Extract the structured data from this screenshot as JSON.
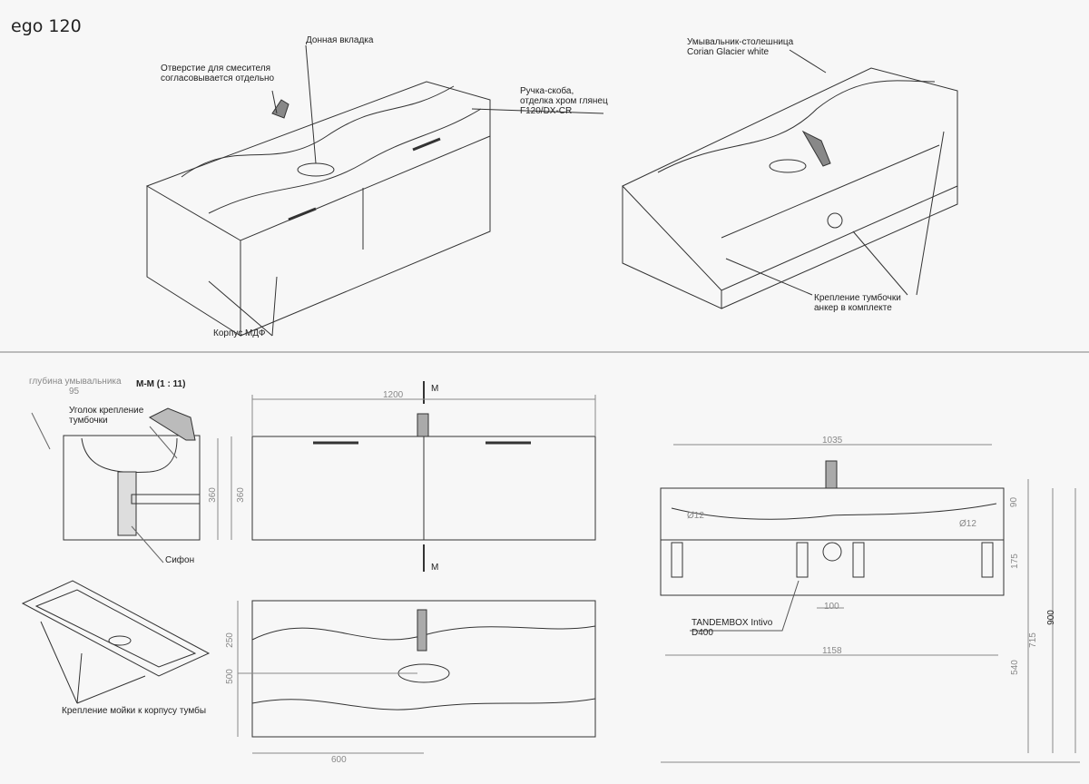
{
  "title": "ego 120",
  "iso_front": {
    "mixer_hole": [
      "Отверстие для смесителя",
      "согласовывается отдельно"
    ],
    "bottom_insert": "Донная вкладка",
    "handle": [
      "Ручка-скоба,",
      "отделка хром глянец",
      "F120/DX-CR"
    ],
    "body": "Корпус МДФ"
  },
  "iso_back": {
    "countertop": [
      "Умывальник-столешница",
      "Corian Glacier white"
    ],
    "mount": [
      "Крепление тумбочки",
      "анкер в комплекте"
    ]
  },
  "section": {
    "depth_label": "глубина умывальника",
    "depth_value": "95",
    "title": "M-M (1 : 11)",
    "corner": [
      "Уголок крепление",
      "тумбочки"
    ],
    "siphon": "Сифон",
    "height": "360"
  },
  "front": {
    "width": "1200",
    "height": "360",
    "cut_mark": "M"
  },
  "sink_iso": {
    "label": "Крепление мойки к корпусу тумбы"
  },
  "top": {
    "d1": "250",
    "d2": "500",
    "d3": "600"
  },
  "rear": {
    "w_top": "1035",
    "w_bottom": "1158",
    "hole": "Ø12",
    "d90": "90",
    "d175": "175",
    "d100": "100",
    "d900": "900",
    "d715": "715",
    "d540": "540",
    "drawer": [
      "TANDEMBOX Intivo",
      "D400"
    ]
  }
}
